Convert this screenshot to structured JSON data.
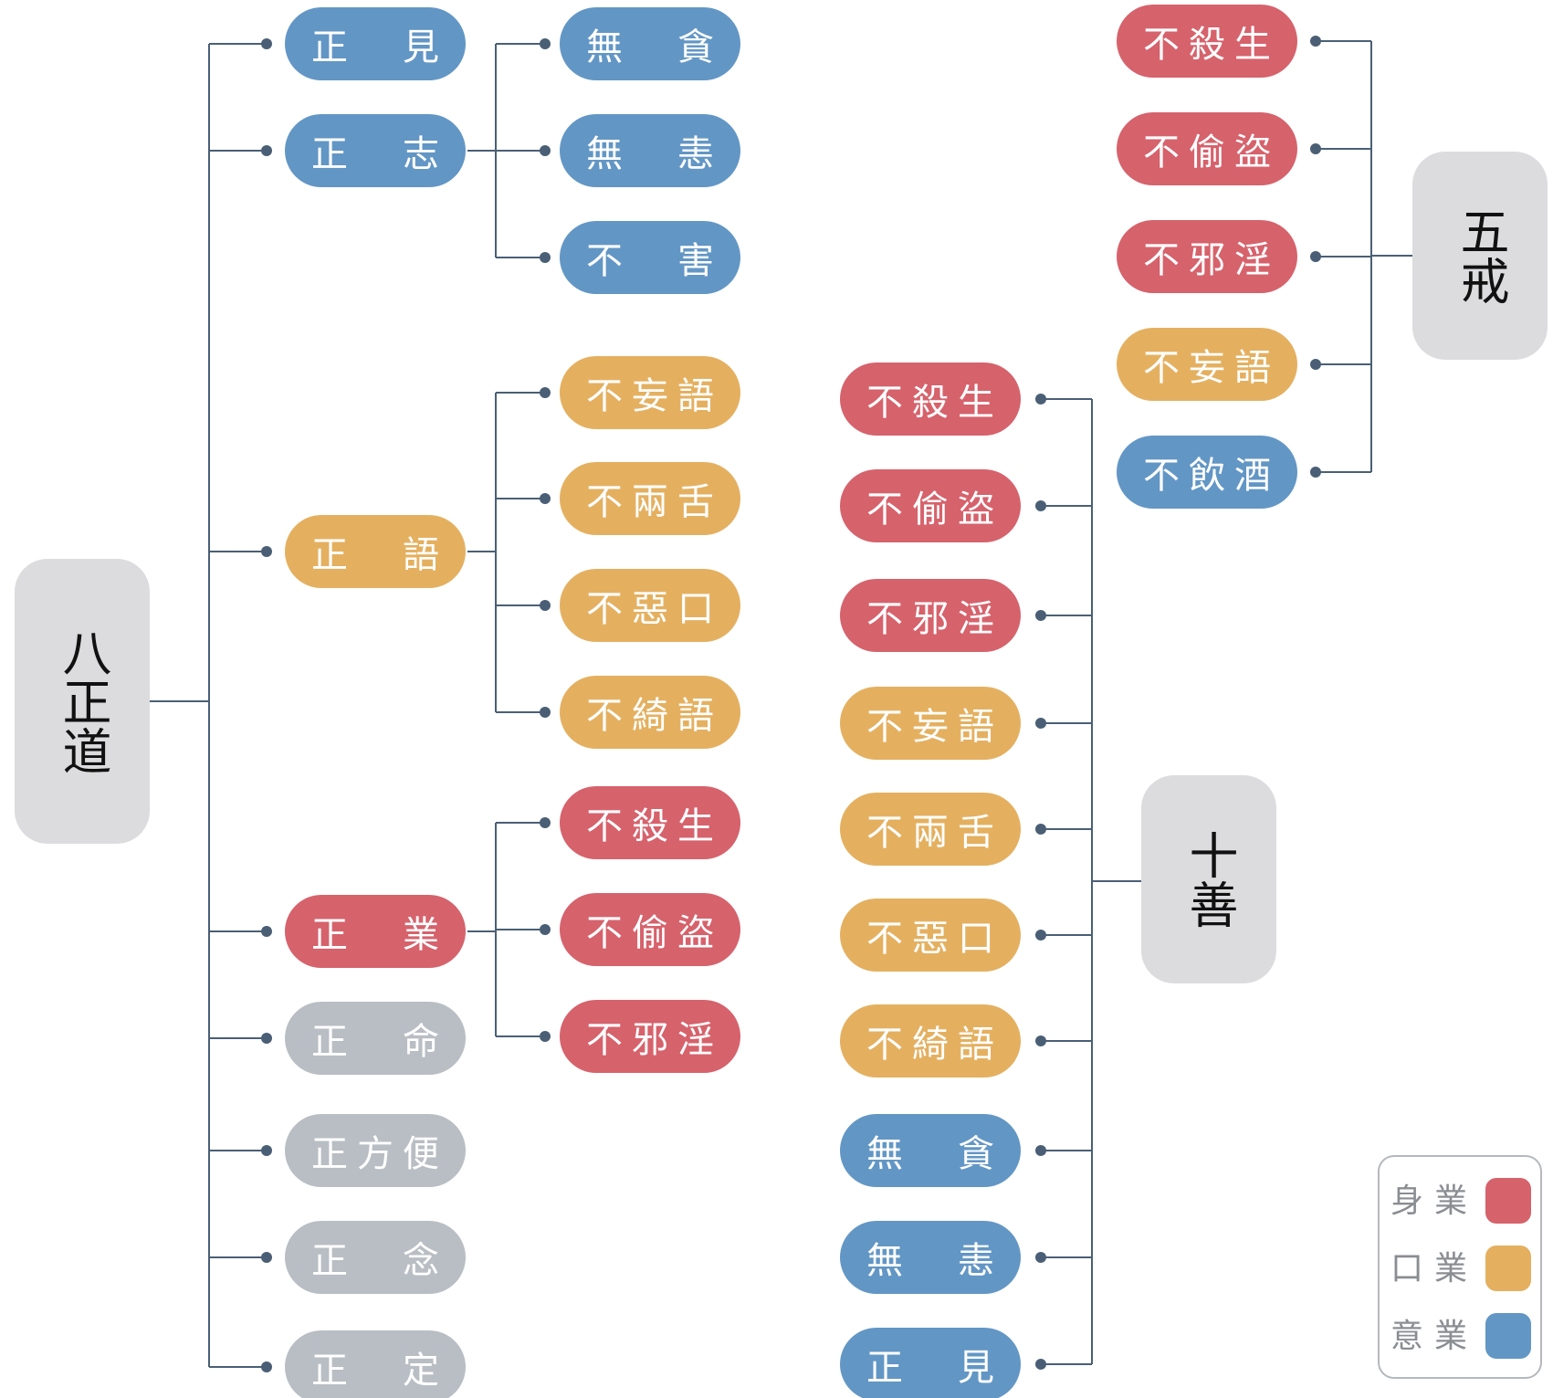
{
  "colors": {
    "body": "#d6626c",
    "speech": "#e4b060",
    "mind": "#6296c5",
    "other": "#b8bec3",
    "hub": "#dcdcde",
    "line": "#4a5f75"
  },
  "hubs": {
    "eightfold": "八正道",
    "five": "五戒",
    "ten": "十善"
  },
  "eightfold": [
    {
      "label": "正　見",
      "kind": "mind"
    },
    {
      "label": "正　志",
      "kind": "mind"
    },
    {
      "label": "正　語",
      "kind": "speech"
    },
    {
      "label": "正　業",
      "kind": "body"
    },
    {
      "label": "正　命",
      "kind": "other"
    },
    {
      "label": "正方便",
      "kind": "other"
    },
    {
      "label": "正　念",
      "kind": "other"
    },
    {
      "label": "正　定",
      "kind": "other"
    }
  ],
  "branches": {
    "zhi": [
      {
        "label": "無　貪",
        "kind": "mind"
      },
      {
        "label": "無　恚",
        "kind": "mind"
      },
      {
        "label": "不　害",
        "kind": "mind"
      }
    ],
    "yu": [
      {
        "label": "不妄語",
        "kind": "speech"
      },
      {
        "label": "不兩舌",
        "kind": "speech"
      },
      {
        "label": "不惡口",
        "kind": "speech"
      },
      {
        "label": "不綺語",
        "kind": "speech"
      }
    ],
    "ye": [
      {
        "label": "不殺生",
        "kind": "body"
      },
      {
        "label": "不偷盜",
        "kind": "body"
      },
      {
        "label": "不邪淫",
        "kind": "body"
      }
    ]
  },
  "ten_good": [
    {
      "label": "不殺生",
      "kind": "body"
    },
    {
      "label": "不偷盜",
      "kind": "body"
    },
    {
      "label": "不邪淫",
      "kind": "body"
    },
    {
      "label": "不妄語",
      "kind": "speech"
    },
    {
      "label": "不兩舌",
      "kind": "speech"
    },
    {
      "label": "不惡口",
      "kind": "speech"
    },
    {
      "label": "不綺語",
      "kind": "speech"
    },
    {
      "label": "無　貪",
      "kind": "mind"
    },
    {
      "label": "無　恚",
      "kind": "mind"
    },
    {
      "label": "正　見",
      "kind": "mind"
    }
  ],
  "five_precepts": [
    {
      "label": "不殺生",
      "kind": "body"
    },
    {
      "label": "不偷盜",
      "kind": "body"
    },
    {
      "label": "不邪淫",
      "kind": "body"
    },
    {
      "label": "不妄語",
      "kind": "speech"
    },
    {
      "label": "不飲酒",
      "kind": "mind"
    }
  ],
  "legend": [
    {
      "label": "身業",
      "kind": "body"
    },
    {
      "label": "口業",
      "kind": "speech"
    },
    {
      "label": "意業",
      "kind": "mind"
    }
  ]
}
